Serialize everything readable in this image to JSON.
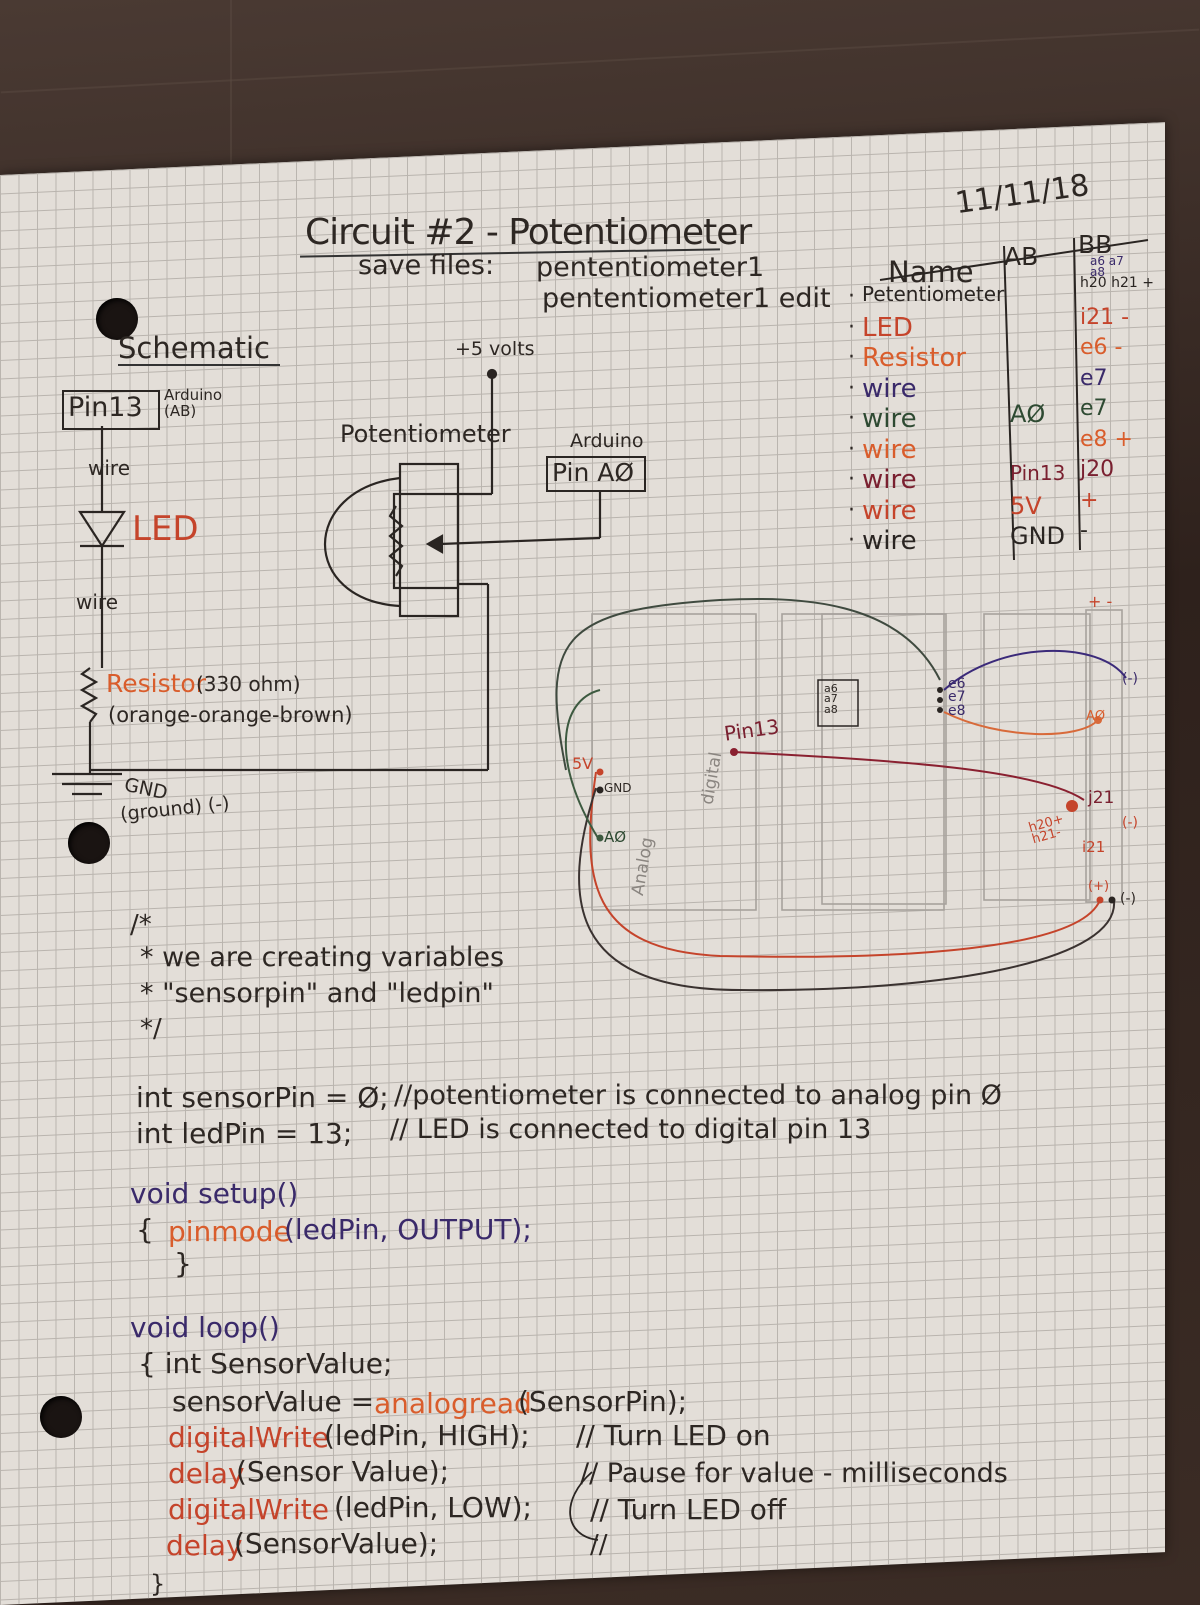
{
  "header": {
    "date": "11/11/18",
    "title": "Circuit #2 - Potentiometer",
    "save_files_label": "save files:",
    "save_file_1": "pententiometer1",
    "save_file_2": "pententiometer1 edit"
  },
  "schematic": {
    "heading": "Schematic",
    "pin13": "Pin13",
    "arduino_ab": "Arduino (AB)",
    "wire_1": "wire",
    "led": "LED",
    "wire_2": "wire",
    "resistor": "Resistor",
    "resistor_value": "(330 ohm)",
    "resistor_colors": "(orange-orange-brown)",
    "gnd": "GND",
    "ground": "(ground) (-)",
    "plus5v": "+5 volts",
    "potentiometer": "Potentiometer",
    "arduino": "Arduino",
    "pin_a0": "Pin AØ"
  },
  "parts_table": {
    "headers": [
      "Name",
      "AB",
      "BB"
    ],
    "bb_header_sub": "a6 a7 a8",
    "rows": [
      {
        "name": "Petentiometer",
        "ab": "",
        "bb": "h20 h21 +",
        "color": "#2a2522"
      },
      {
        "name": "LED",
        "ab": "",
        "bb": "i21 -",
        "color": "#c5442b"
      },
      {
        "name": "Resistor",
        "ab": "",
        "bb": "e6 -",
        "color": "#d95d2c"
      },
      {
        "name": "wire",
        "ab": "",
        "bb": "e7",
        "color": "#3a2a6a"
      },
      {
        "name": "wire",
        "ab": "AØ",
        "bb": "e7",
        "color": "#2e4a32"
      },
      {
        "name": "wire",
        "ab": "",
        "bb": "e8 +",
        "color": "#d95d2c"
      },
      {
        "name": "wire",
        "ab": "Pin13",
        "bb": "j20",
        "color": "#7a2030"
      },
      {
        "name": "wire",
        "ab": "5V",
        "bb": "+",
        "color": "#c5442b"
      },
      {
        "name": "wire",
        "ab": "GND",
        "bb": "-",
        "color": "#2a2522"
      }
    ]
  },
  "breadboard": {
    "plus_minus": "+ -",
    "pin13": "Pin13",
    "digital": "digital",
    "analog": "Analog",
    "v5": "5V",
    "gnd": "GND",
    "a0": "AØ",
    "a678": "a6 a7 a8",
    "e678": "e6 e7 e8",
    "minus": "(-)",
    "a0_right": "AØ",
    "j21": "j21",
    "h20_h21": "h20+ h21-",
    "i21": "i21",
    "minus_2": "(-)",
    "plus": "(+)",
    "minus_3": "(-)"
  },
  "comment_block": [
    "/*",
    "* we are creating variables",
    "* \"sensorpin\" and \"ledpin\"",
    "*/"
  ],
  "code": {
    "line1_code": "int sensorPin = Ø;",
    "line1_comment": "//potentiometer is connected to analog pin Ø",
    "line2_code": "int ledPin = 13;",
    "line2_comment": "// LED is connected to digital pin 13",
    "setup_sig": "void setup()",
    "setup_open": "{",
    "pinmode_fn": "pinmode",
    "pinmode_args": "(ledPin, OUTPUT);",
    "setup_close": "}",
    "loop_sig": "void loop()",
    "loop_decl": "{ int SensorValue;",
    "read_lhs": "sensorValue =",
    "read_fn": "analogread",
    "read_args": "(SensorPin);",
    "dw1_fn": "digitalWrite",
    "dw1_args": "(ledPin, HIGH);",
    "dw1_comment": "// Turn LED on",
    "delay1_fn": "delay",
    "delay1_args": "(Sensor Value);",
    "delay1_comment": "// Pause for value - milliseconds",
    "dw2_fn": "digitalWrite",
    "dw2_args": "(ledPin, LOW);",
    "dw2_comment": "// Turn LED off",
    "delay2_fn": "delay",
    "delay2_args": "(SensorValue);",
    "delay2_comment": "//",
    "loop_close": "}"
  }
}
